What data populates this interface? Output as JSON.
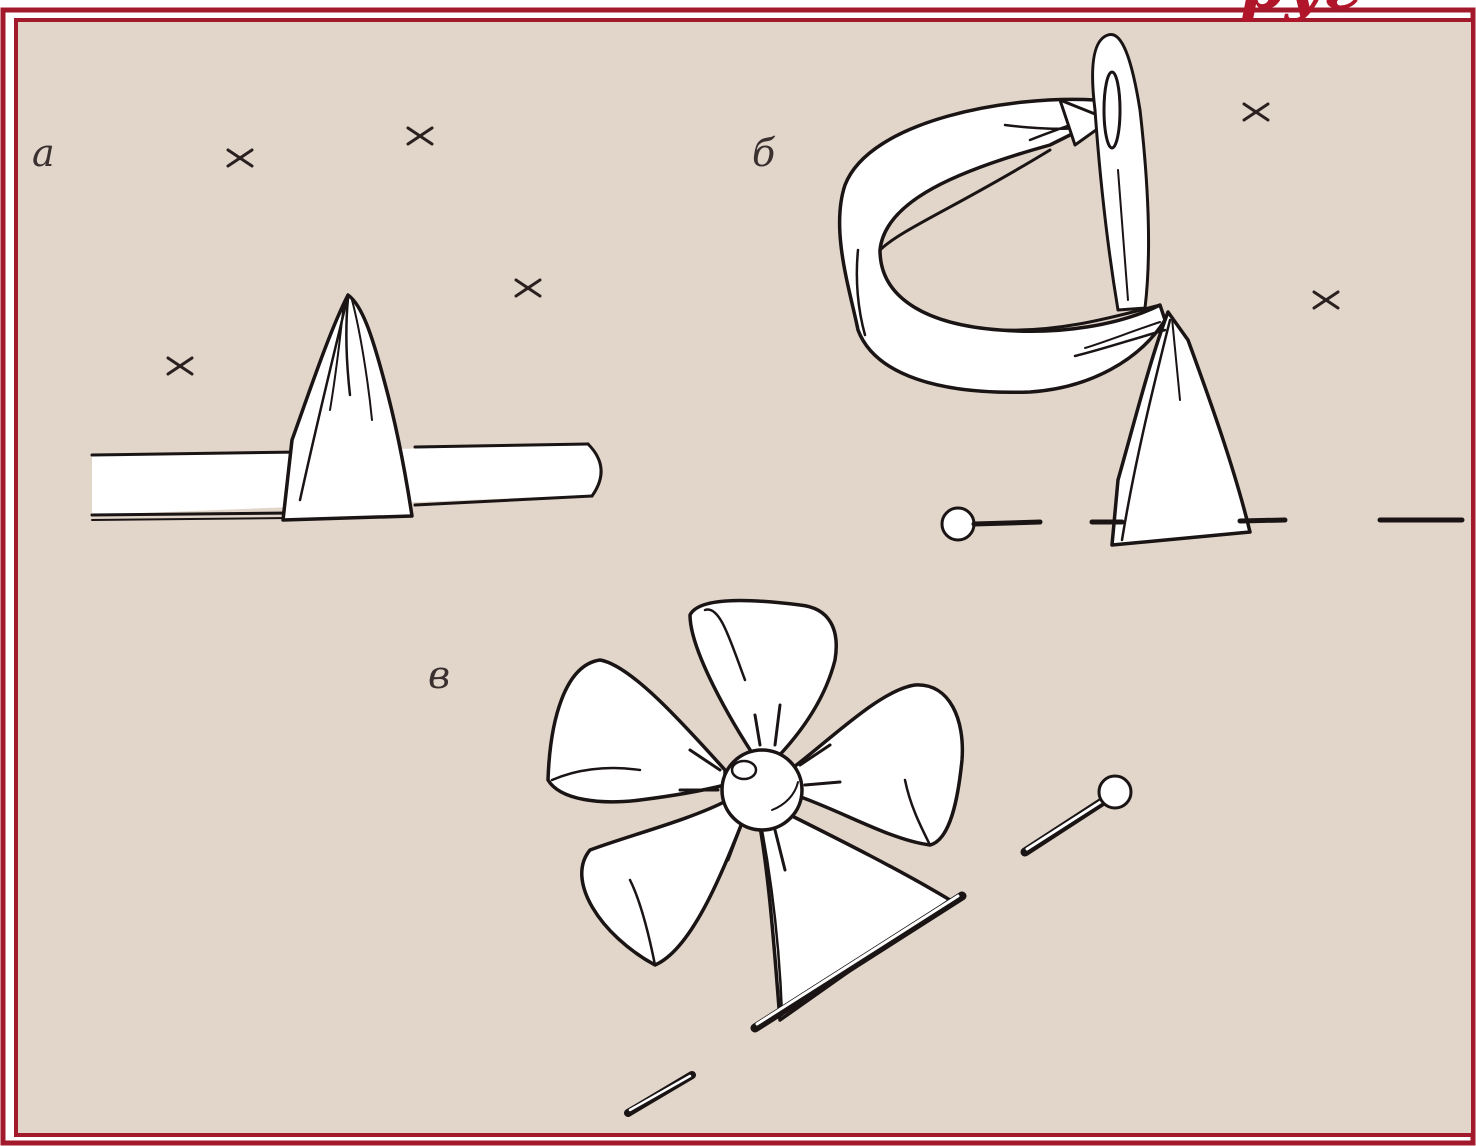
{
  "header": {
    "title_fragment": "руг"
  },
  "panels": {
    "a": {
      "label": "а"
    },
    "b": {
      "label": "б"
    },
    "v": {
      "label": "в"
    }
  },
  "colors": {
    "frame_border": "#a3192c",
    "background": "#e2d6cb",
    "ink": "#1a1414",
    "paper": "#ffffff"
  }
}
